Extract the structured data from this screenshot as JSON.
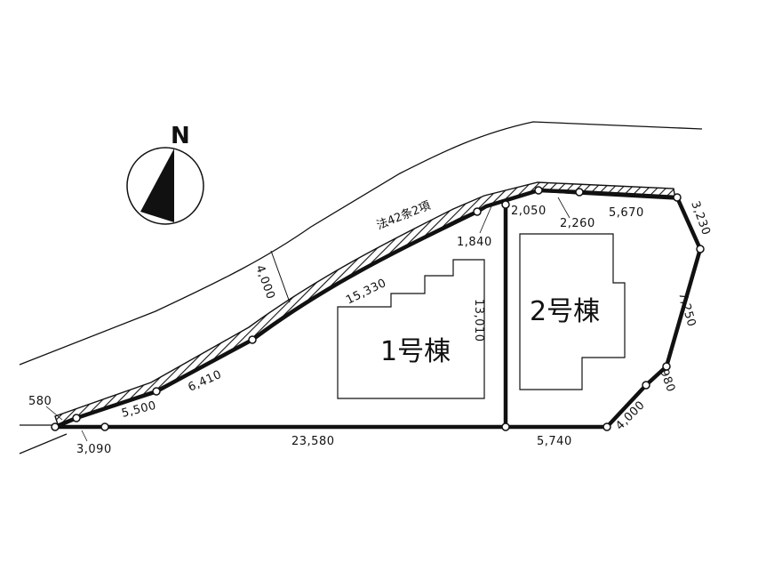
{
  "north": {
    "label": "N"
  },
  "road": {
    "label": "法42条2項",
    "width": "4,000"
  },
  "buildings": [
    {
      "label": "1号棟"
    },
    {
      "label": "2号棟"
    }
  ],
  "dimensions": {
    "d580": "580",
    "d3090": "3,090",
    "d5500": "5,500",
    "d6410": "6,410",
    "d15330": "15,330",
    "d1840": "1,840",
    "d2050": "2,050",
    "d2260": "2,260",
    "d5670": "5,670",
    "d3230": "3,230",
    "d7250": "7,250",
    "d980": "980",
    "d4000b": "4,000",
    "d5740": "5,740",
    "d23580": "23,580",
    "d13010": "13,010"
  }
}
